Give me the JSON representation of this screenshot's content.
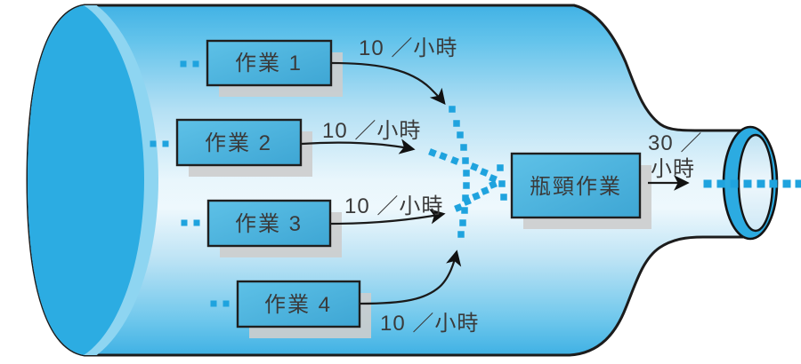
{
  "diagram_title": "",
  "tasks": [
    {
      "label": "作業 1",
      "rate": "10 ／小時"
    },
    {
      "label": "作業 2",
      "rate": "10 ／小時"
    },
    {
      "label": "作業 3",
      "rate": "10 ／小時"
    },
    {
      "label": "作業 4",
      "rate": "10 ／小時"
    }
  ],
  "bottleneck": {
    "label": "瓶頸作業"
  },
  "output": {
    "rate_line1": "30 ／",
    "rate_line2": "小時"
  },
  "colors": {
    "bottle_top": "#41b2e5",
    "bottle_middle": "#eef8fd",
    "bottle_bottom": "#3fb1e4",
    "bottle_base": "#2cace2",
    "box_fill_light": "#5ec1e7",
    "box_fill_dark": "#3ea6d4",
    "outline": "#1c1c1c",
    "dot_color": "#1fa3de",
    "shadow": "#cdcdcd",
    "text": "#3a3a3a"
  }
}
